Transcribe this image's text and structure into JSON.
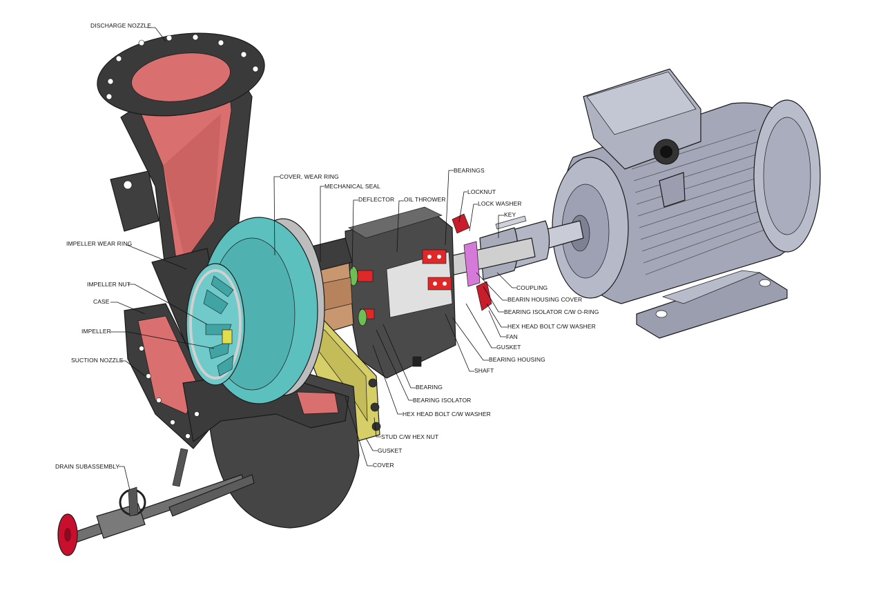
{
  "colors": {
    "casing_section": "#d9706f",
    "casing_dark": "#3c3c3c",
    "impeller_cyan": "#5cc0bf",
    "cover_yellow": "#d6cf68",
    "seal_tan": "#c9976f",
    "bearing_red": "#e02828",
    "housing_dark": "#444444",
    "motor_grey": "#a3a7b8",
    "handwheel_red": "#c8102e",
    "label_text": "#111111"
  },
  "labels": {
    "discharge_nozzle": "DISCHARGE NOZZLE",
    "impeller_wear_ring": "IMPELLER WEAR RING",
    "impeller_nut": "IMPELLER NUT",
    "case": "CASE",
    "impeller": "IMPELLER",
    "suction_nozzle": "SUCTION NOZZLE",
    "drain_subassembly": "DRAIN SUBASSEMBLY",
    "cover_wear_ring": "COVER, WEAR RING",
    "mechanical_seal": "MECHANICAL SEAL",
    "deflector": "DEFLECTOR",
    "oil_thrower": "OIL THROWER",
    "bearings": "BEARINGS",
    "locknut": "LOCKNUT",
    "lock_washer": "LOCK WASHER",
    "key": "KEY",
    "coupling": "COUPLING",
    "bearing_housing_cover": "BEARIN HOUSING COVER",
    "bearing_isolator_oring": "BEARING ISOLATOR C/W O-RING",
    "hex_head_bolt_right": "HEX HEAD BOLT C/W WASHER",
    "fan": "FAN",
    "gusket_right": "GUSKET",
    "bearing_housing": "BEARING HOUSING",
    "shaft": "SHAFT",
    "bearing": "BEARING",
    "bearing_isolator": "BEARING ISOLATOR",
    "hex_head_bolt_bottom": "HEX HEAD BOLT C/W WASHER",
    "stud_hex_nut": "STUD C/W HEX NUT",
    "gusket_bottom": "GUSKET",
    "cover": "COVER"
  }
}
